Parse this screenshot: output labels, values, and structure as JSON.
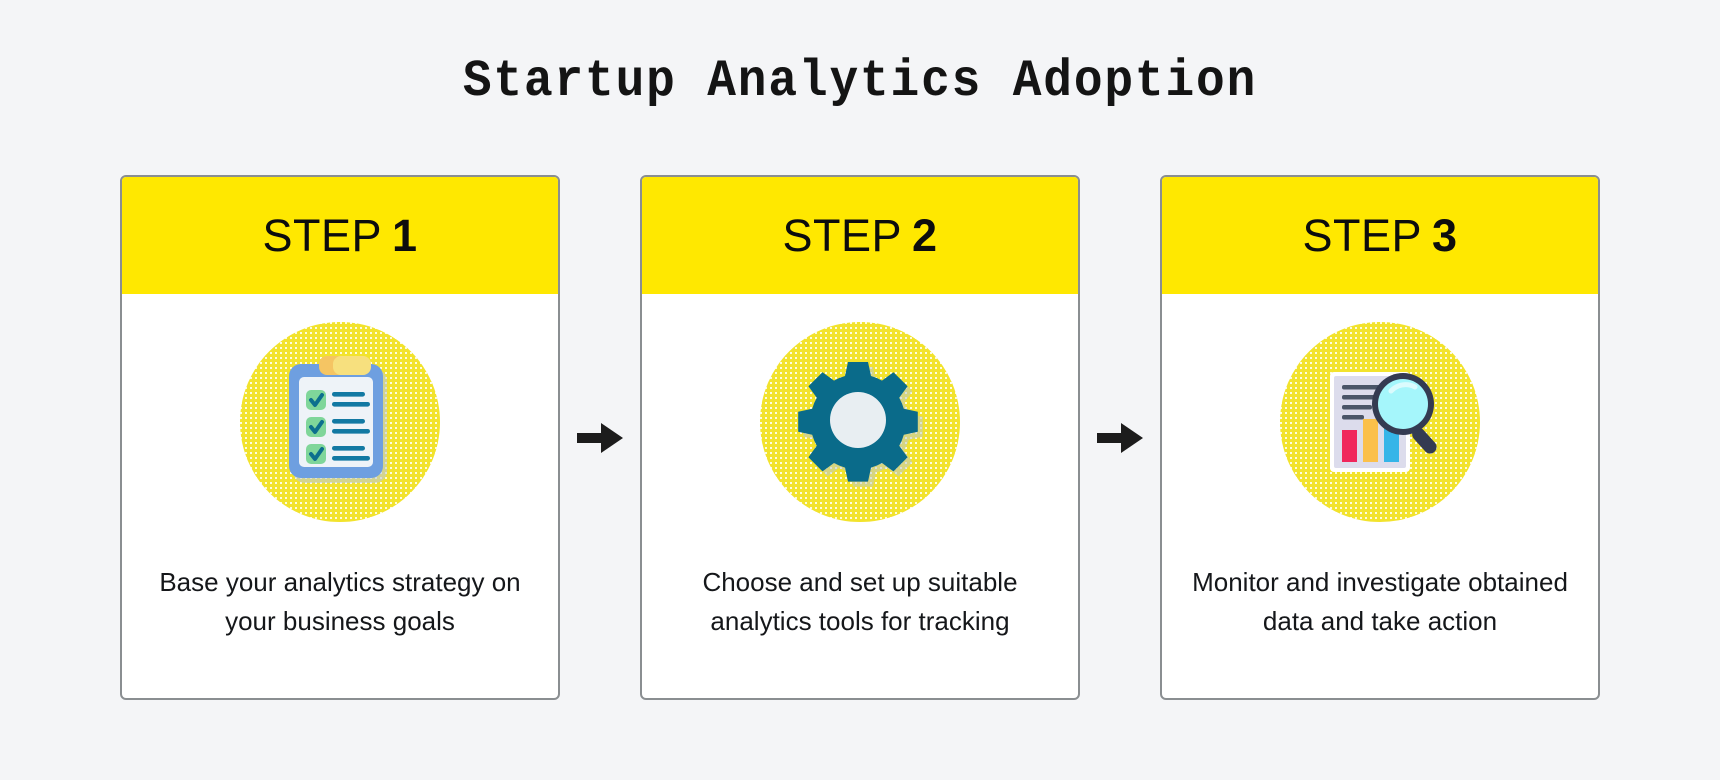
{
  "page": {
    "title": "Startup Analytics Adoption",
    "background_color": "#f4f5f7",
    "accent_color": "#ffe800",
    "card_border_color": "#8a8e91",
    "text_color": "#15171a"
  },
  "steps": [
    {
      "step_word": "STEP",
      "step_number": "1",
      "icon": "clipboard-checklist-icon",
      "description": "Base your analytics strategy on your business goals"
    },
    {
      "step_word": "STEP",
      "step_number": "2",
      "icon": "gear-icon",
      "description": "Choose and set up suitable analytics tools for tracking"
    },
    {
      "step_word": "STEP",
      "step_number": "3",
      "icon": "chart-magnifier-icon",
      "description": "Monitor and investigate obtained data and take action"
    }
  ],
  "connectors": [
    {
      "icon": "arrow-right-icon"
    },
    {
      "icon": "arrow-right-icon"
    }
  ]
}
